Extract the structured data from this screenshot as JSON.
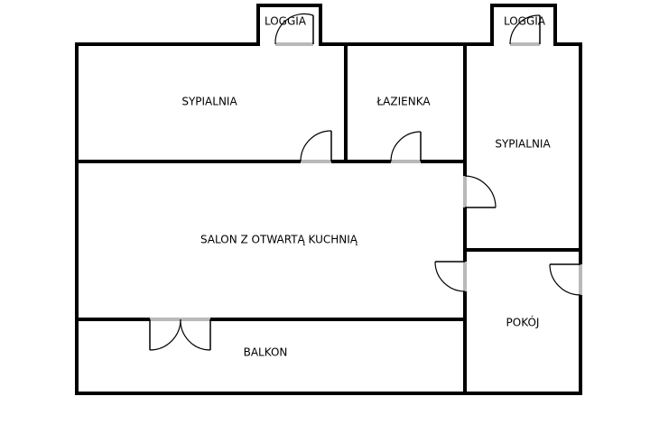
{
  "rooms": {
    "loggia_left": "LOGGIA",
    "loggia_right": "LOGGIA",
    "bedroom_left": "SYPIALNIA",
    "bathroom": "ŁAZIENKA",
    "bedroom_right": "SYPIALNIA",
    "living_room": "SALON Z OTWARTĄ KUCHNIĄ",
    "room": "POKÓJ",
    "balcony": "BALKON"
  },
  "colors": {
    "wall": "#000000",
    "door_opening": "#b9b9b9",
    "background": "#ffffff"
  }
}
